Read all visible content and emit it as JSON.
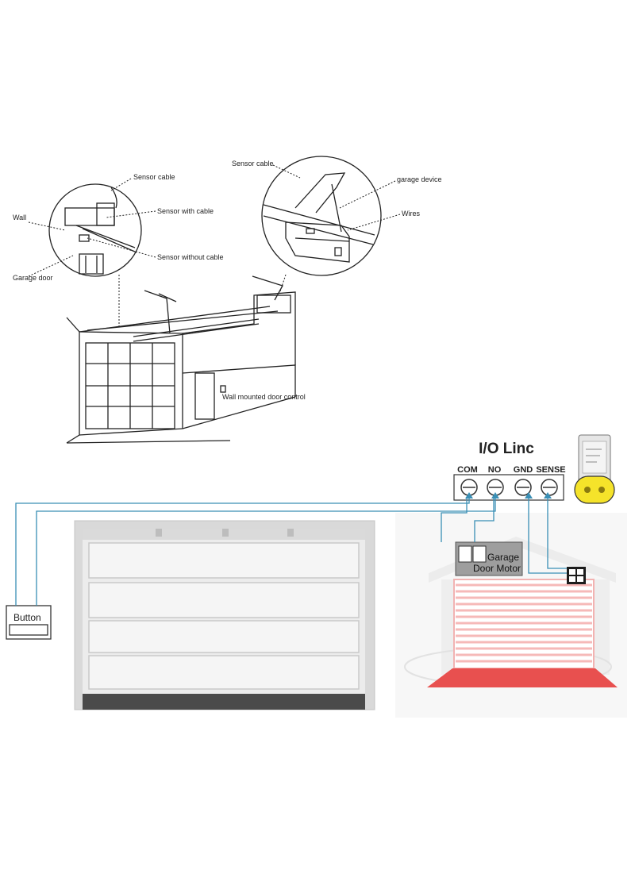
{
  "callouts": {
    "left_sensor_cable": "Sensor cable",
    "wall": "Wall",
    "sensor_with_cable": "Sensor with cable",
    "sensor_without_cable": "Sensor without cable",
    "garage_door": "Garage door",
    "right_sensor_cable": "Sensor cable",
    "garage_device": "garage device",
    "wires": "Wires",
    "wall_control": "Wall mounted door control"
  },
  "io_linc": {
    "title": "I/O Linc",
    "terminals": [
      "COM",
      "NO",
      "GND",
      "SENSE"
    ]
  },
  "button_box": {
    "label": "Button"
  },
  "motor_box": {
    "line1": "Garage",
    "line2": "Door Motor"
  },
  "colors": {
    "wire": "#3a8fb5",
    "house_red": "#e8504f",
    "highlight": "#f5e32a"
  }
}
